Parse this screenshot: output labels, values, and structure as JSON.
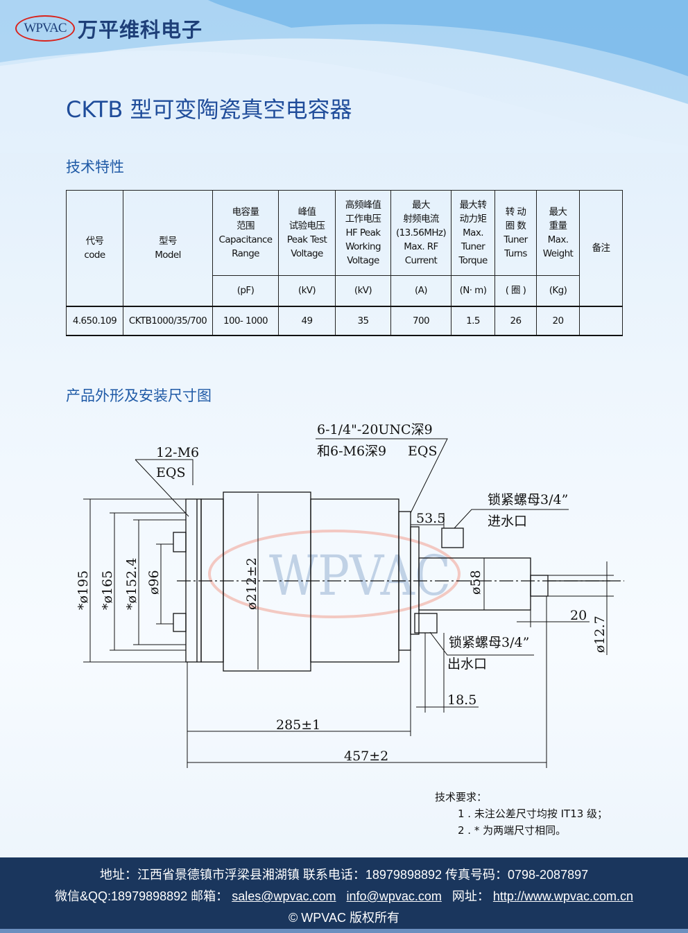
{
  "logo": {
    "mark": "WPVAC",
    "company": "万平维科电子"
  },
  "title": "CKTB 型可变陶瓷真空电容器",
  "section_specs": "技术特性",
  "section_drawing": "产品外形及安装尺寸图",
  "table": {
    "headers": [
      [
        "代号",
        "code"
      ],
      [
        "型号",
        "Model"
      ],
      [
        "电容量",
        "范围",
        "Capacitance",
        "Range"
      ],
      [
        "峰值",
        "试验电压",
        "Peak Test",
        "Voltage"
      ],
      [
        "高频峰值",
        "工作电压",
        "HF Peak",
        "Working",
        "Voltage"
      ],
      [
        "最大",
        "射频电流",
        "(13.56MHz)",
        "Max. RF",
        "Current"
      ],
      [
        "最大转",
        "动力矩",
        "Max.",
        "Tuner",
        "Torque"
      ],
      [
        "转 动",
        "圈 数",
        "Tuner",
        "Turns"
      ],
      [
        "最大",
        "重量",
        "Max.",
        "Weight"
      ],
      [
        "备注"
      ]
    ],
    "units": [
      "(pF)",
      "(kV)",
      "(kV)",
      "(A)",
      "(N· m)",
      "( 圈 )",
      "(Kg)",
      ""
    ],
    "rows": [
      [
        "4.650.109",
        "CKTB1000/35/700",
        "100- 1000",
        "49",
        "35",
        "700",
        "1.5",
        "26",
        "20",
        ""
      ]
    ]
  },
  "drawing": {
    "thread1": "6-1/4\"-20UNC深9",
    "thread2": "和6-M6深9",
    "eqs_top": "EQS",
    "m6": "12-M6",
    "eqs_left": "EQS",
    "d195": "*ø195",
    "d165": "*ø165",
    "d152": "*ø152.4",
    "d96": "ø96",
    "d212": "ø212±2",
    "d58": "ø58",
    "d12": "ø12.7",
    "dim53": "53.5",
    "dim20": "20",
    "dim18": "18.5",
    "dim285": "285±1",
    "dim457": "457±2",
    "nut_in": "锁紧螺母3/4”",
    "inlet": "进水口",
    "nut_out": "锁紧螺母3/4”",
    "outlet": "出水口",
    "watermark": "WPVAC"
  },
  "notes": {
    "title": "技术要求：",
    "items": [
      "1 . 未注公差尺寸均按 IT13 级；",
      "2 . * 为两端尺寸相同。"
    ]
  },
  "footer": {
    "line1": "地址：江西省景德镇市浮梁县湘湖镇 联系电话：18979898892   传真号码：0798-2087897",
    "wechat": "微信&QQ:18979898892 邮箱：",
    "email1": "sales@wpvac.com",
    "email2": "info@wpvac.com",
    "site_label": "网址：",
    "site": "http://www.wpvac.com.cn",
    "copyright": "© WPVAC 版权所有"
  },
  "colors": {
    "title": "#1f4c9a",
    "footer": "#1a365d",
    "logo_red": "#d9231c"
  }
}
